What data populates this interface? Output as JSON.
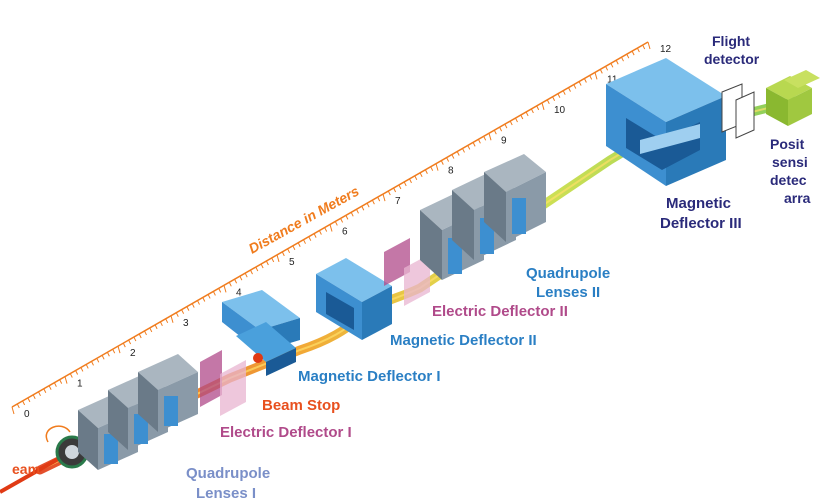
{
  "axis": {
    "title": "Distance in Meters",
    "ticks": [
      "0",
      "1",
      "2",
      "3",
      "4",
      "5",
      "6",
      "7",
      "8",
      "9",
      "10",
      "11",
      "12"
    ]
  },
  "labels": {
    "beam": "eam",
    "quad1_line1": "Quadrupole",
    "quad1_line2": "Lenses I",
    "beam_stop": "Beam Stop",
    "edef1": "Electric Deflector I",
    "mdef1": "Magnetic Deflector I",
    "mdef2": "Magnetic Deflector II",
    "edef2": "Electric Deflector II",
    "quad2_line1": "Quadrupole",
    "quad2_line2": "Lenses II",
    "mdef3_line1": "Magnetic",
    "mdef3_line2": "Deflector III",
    "flight_line1": "Flight",
    "flight_line2": "detector",
    "pos_line1": "Posit",
    "pos_line2": "sensi",
    "pos_line3": "detec",
    "pos_line4": "arra"
  },
  "colors": {
    "axis": "#f07c1e",
    "beam_stop": "#e8501e",
    "blue_label": "#2a7fc4",
    "quad1_label": "#7a8fc8",
    "edef_label": "#b04a8a",
    "navy_label": "#2a2a7a",
    "magnet": "#4aa0dc",
    "magnet_dark": "#1a5a96",
    "quad": "#8a9aa8"
  }
}
